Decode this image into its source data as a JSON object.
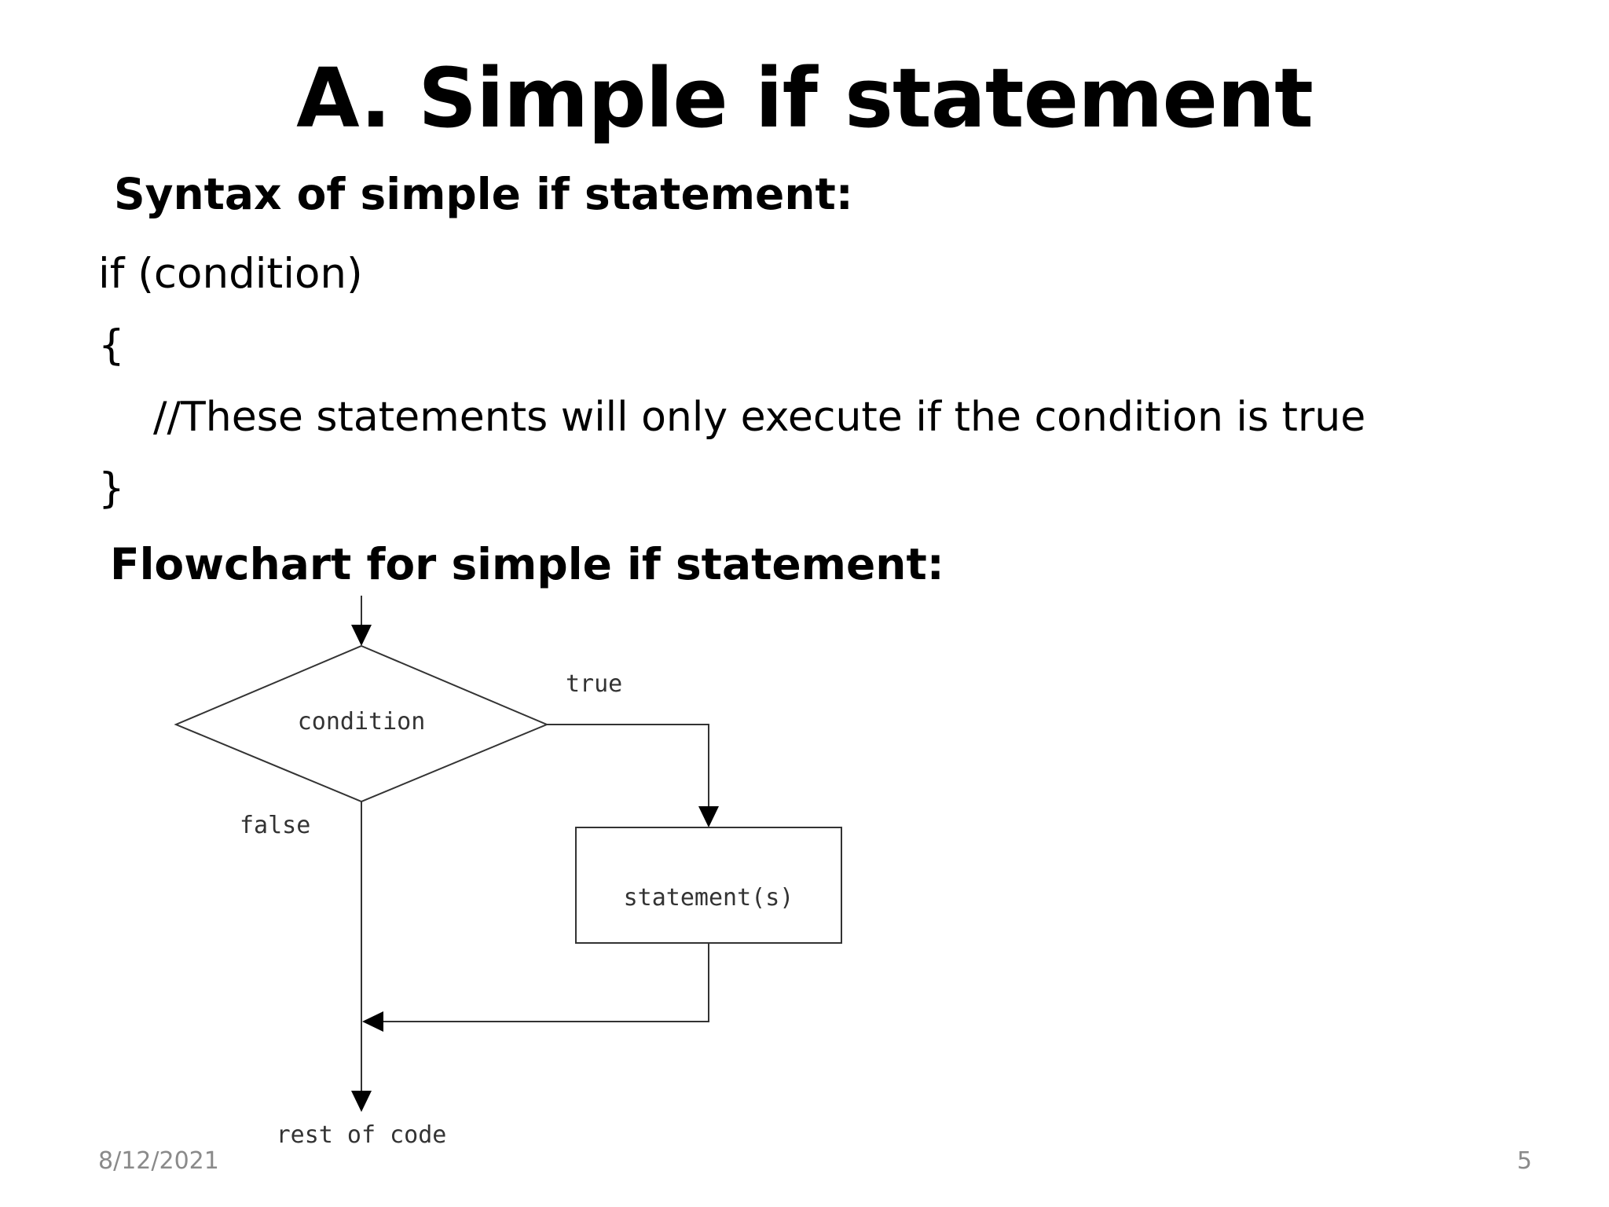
{
  "slide": {
    "title": "A. Simple if statement",
    "syntax_heading": "Syntax of simple if statement:",
    "code_lines": [
      "if (condition)",
      "{",
      "//These statements will only execute if the condition is true",
      "}"
    ],
    "flowchart_heading": "Flowchart for simple if statement:"
  },
  "flowchart": {
    "nodes": {
      "decision": "condition",
      "process": "statement(s)",
      "end": "rest of code"
    },
    "edges": {
      "true_label": "true",
      "false_label": "false"
    }
  },
  "footer": {
    "date": "8/12/2021",
    "page_number": "5"
  },
  "colors": {
    "text": "#000000",
    "footer_text": "#8a8a8a",
    "diagram_line": "#333333",
    "background": "#ffffff"
  }
}
